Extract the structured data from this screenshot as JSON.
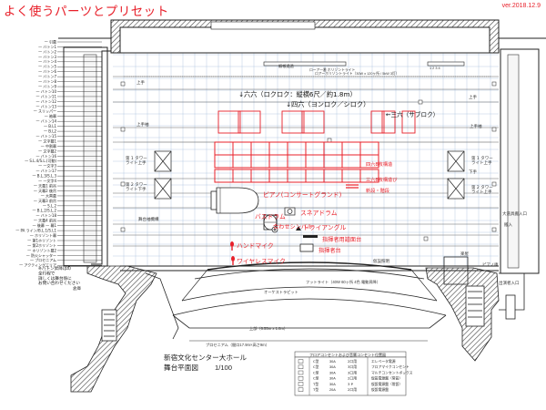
{
  "header": {
    "title": "よく使うパーツとプリセット",
    "version": "ver.2018.12.9"
  },
  "venue": {
    "name": "新宿文化センター大ホール",
    "plan_label": "舞台平面図",
    "scale": "1/100"
  },
  "fly_bars": [
    "一 引幕",
    "一 バトン1",
    "一 バトン2",
    "一 バトン3",
    "一 バトン4",
    "一 バトン5",
    "一 バトン6",
    "一 バトン7",
    "一 バトン8",
    "一 バトン9",
    "一 バトン10",
    "一 バトン11",
    "一 バトン12",
    "一 バトン13",
    "一 スリッパー"
  ],
  "fly_bars_lower": [
    "一 袖幕",
    "一 バトン14",
    "一 B.L1",
    "一 B.L2",
    "一 バトン15",
    "一 文字幕1",
    "一 中割幕",
    "一 文字幕2",
    "一 バトン16",
    "一 S.L.4/S.L.(可動)",
    "一 一文字3",
    "一 バトン17",
    "一 B.L.3/S.L.3",
    "一 一文字4",
    "一 天幕1 前吊",
    "一 天幕2 後吊",
    "一 大黒幕",
    "一 天幕3 前吊",
    "一 S.L.2",
    "一 B.L.2/S.L.2",
    "一 バトン18",
    "一 天幕4 前吊",
    "一 後幕 一 幕1",
    "一 PA ライン/B.L.1/S.L1",
    "一 ホリゾント幕",
    "一 第1ホリゾント",
    "一 第2ホリゾント",
    "一 ホリゾント幕2",
    "一 防火シャッター",
    "一 プロセニアム",
    "一 アクティングエリア"
  ],
  "left_note": "※バトン昇降はの\n全行程で\n詳しくは舞台係に\nお問い合わせください",
  "stage_marks": {
    "top_bar": "緞帳通過",
    "num_row": "ローア一番 ホリゾントライト",
    "num_row2": "1 2 3 4 5 6 7 8 9 10 11 12 13 14 15 16",
    "mid_row": "ロアーホリゾントライト（30W x 120ヶ所 / 5kW 3灯）",
    "right_nums": "1 2 3 4",
    "foot_light": "フットライト（40W 60ヶ所 4色 電動昇降）",
    "apron": "プロセニアム（間口17.9m×高さ9m）",
    "orchestra": "オーケストラピット",
    "stage_depth": "上部（6.55m x 1.8m）"
  },
  "labels": {
    "rokudai": "↓六六（ロクロク：縦横6尺／約1.8m）",
    "shiroku": "↓四六（ヨンロク／シロク）",
    "sanroku": "←三六（サブロク）",
    "riser_note1": "四六8枚構造",
    "riser_note2": "三六8枚構造び",
    "riser_note3": "新段・階段",
    "piano": "ピアノ(コンサートグランド)",
    "snare": "スネアドラム",
    "bass_drum": "バスドラム",
    "cymbal": "合わせシンバル",
    "triangle": "トライアングル",
    "music_stand": "指揮者用譜面台",
    "podium": "指揮者台",
    "hand_mic": "ハンドマイク",
    "wireless_mic": "ワイヤレスマイク"
  },
  "side_labels": {
    "left_tower1": "第 1 タワー",
    "left_tower1b": "ライト上手",
    "left_tower2": "第 2 タワー",
    "left_tower2b": "ライト下手",
    "left_sub": "舞台袖機構",
    "right_tower1": "第 1 タワー",
    "right_tower1b": "ライト上手",
    "right_tower2": "第 2 タワー",
    "right_tower2b": "ライト上手",
    "right_sub": "仮設照明",
    "right_tag": "大道具搬入口",
    "right_lighting": "搬入",
    "right_entry": "楽屋",
    "right_piano": "ピアノ庫",
    "left_storage": "倉庫",
    "left_entry": "上手",
    "tower_mid": "上手",
    "tower_mid2": "下手",
    "left_mid": "上手袖",
    "right_hall": "出演者入口",
    "right_parking": "上手袖"
  },
  "legend": {
    "title": "フロアコンセントおよび音響コンセント位置図",
    "rows": [
      {
        "type": "C型",
        "amp": "30A",
        "count": "2口用",
        "desc": "エレベータ電源"
      },
      {
        "type": "C型",
        "amp": "30A",
        "count": "3口用",
        "desc": "フロアマイクコンセント"
      },
      {
        "type": "C型",
        "amp": "30A",
        "count": "3口用",
        "desc": "マルチコンセントボックス"
      },
      {
        "type": "C型",
        "amp": "30A",
        "count": "2口用",
        "desc": "仮設電源盤（常設）"
      },
      {
        "type": "T型",
        "amp": "30A",
        "count": "3 P",
        "desc": "仮設電源盤（常設）"
      },
      {
        "type": "T型",
        "amp": "20A",
        "count": "2口用",
        "desc": "仮設電源盤"
      }
    ]
  },
  "colors": {
    "accent": "#e8202a",
    "line": "#222222",
    "grid": "#9cb8d8",
    "hatch": "#555555"
  }
}
